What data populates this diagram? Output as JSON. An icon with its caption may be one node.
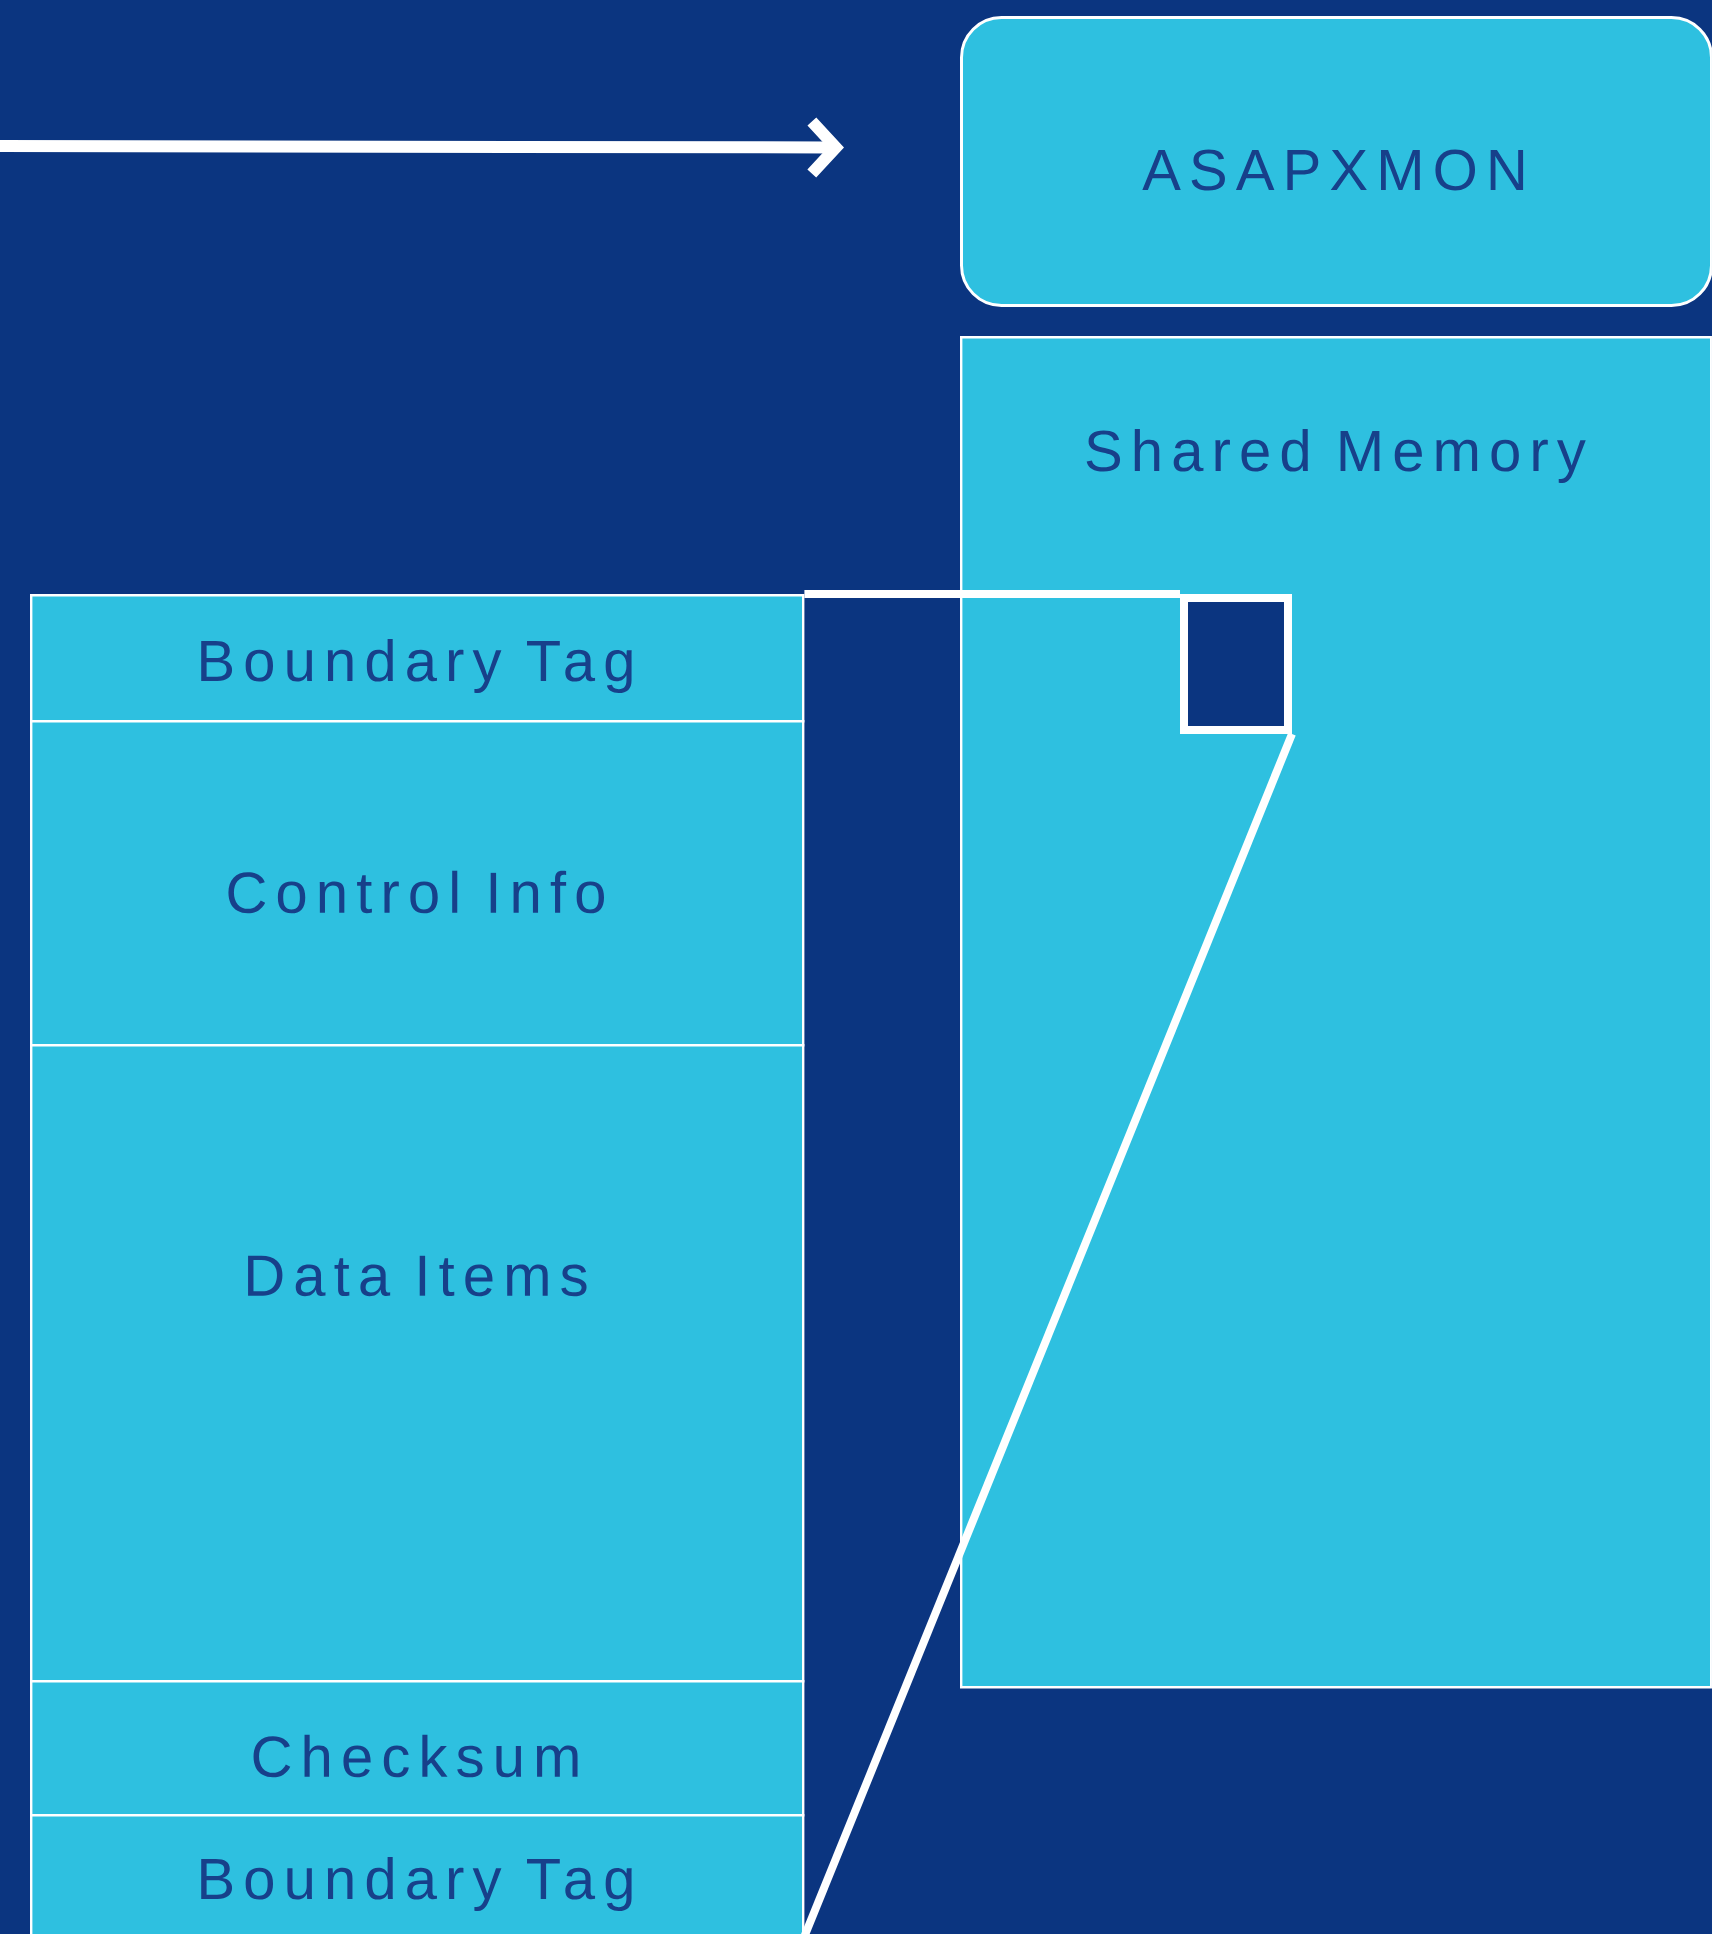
{
  "diagram": {
    "nodes": [
      {
        "text": [
          "ASAPXMON"
        ]
      },
      {
        "text": [
          "Shared Memory"
        ]
      },
      {
        "text": [],
        "shape": "box",
        "in": 1
      },
      {
        "text": [
          "Boundary Tag"
        ]
      },
      {
        "text": [
          "Control Info"
        ]
      },
      {
        "text": [
          "Data Items"
        ]
      },
      {
        "text": [
          "Checksum"
        ]
      },
      {
        "text": [
          "Boundary Tag"
        ]
      }
    ],
    "edges": [
      {
        "from": null,
        "to": 0,
        "arrow": "to"
      },
      {
        "from": 2,
        "to": 3,
        "arrow": "none"
      },
      {
        "from": 2,
        "to": 7,
        "arrow": "none"
      }
    ]
  }
}
